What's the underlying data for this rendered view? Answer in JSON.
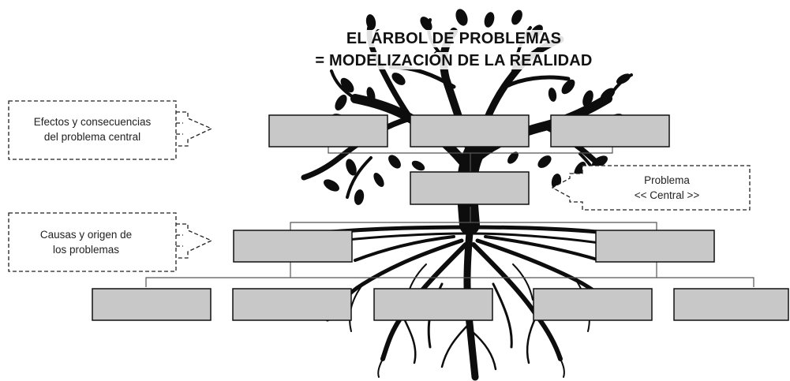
{
  "title": {
    "line1": "EL ÁRBOL DE PROBLEMAS",
    "line2": "= MODELIZACIÓN DE LA REALIDAD"
  },
  "callouts": {
    "effects": {
      "line1": "Efectos y consecuencias",
      "line2": "del problema central"
    },
    "causes": {
      "line1": "Causas y origen de",
      "line2": "los problemas"
    },
    "central": {
      "line1": "Problema",
      "line2": "<< Central >>"
    }
  },
  "colors": {
    "box_fill": "#c8c8c8",
    "box_stroke": "#111111",
    "tree": "#0d0d0d",
    "dashed_border": "#222222"
  },
  "boxes": {
    "effects_count": 3,
    "central_count": 1,
    "causes_count": 2,
    "subcauses_count": 5
  }
}
